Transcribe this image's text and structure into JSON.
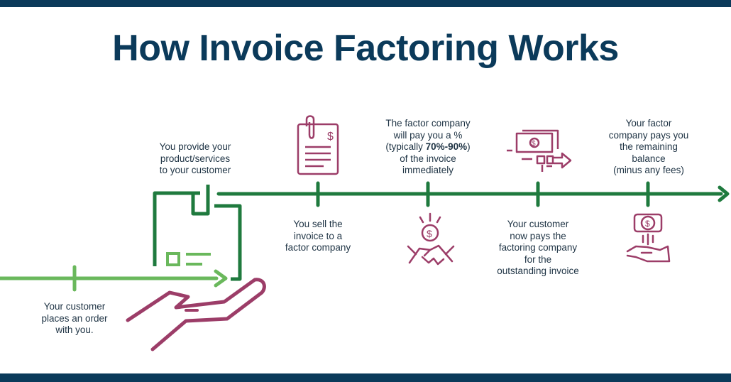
{
  "title": "How Invoice Factoring Works",
  "steps": {
    "customer_order": [
      "Your customer",
      "places an order",
      "with you."
    ],
    "provide_services": [
      "You provide your",
      "product/services",
      "to your customer"
    ],
    "sell_invoice": [
      "You sell the",
      "invoice to a",
      "factor company"
    ],
    "factor_pays": {
      "line1": "The factor company",
      "line2": "will pay you a %",
      "line3_prefix": "(typically ",
      "line3_bold": "70%-90%",
      "line3_suffix": ")",
      "line4": "of the invoice",
      "line5": "immediately"
    },
    "customer_pays": [
      "Your customer",
      "now pays the",
      "factoring company",
      "for the",
      "outstanding invoice"
    ],
    "remaining_balance": [
      "Your factor",
      "company pays you",
      "the remaining",
      "balance",
      "(minus any fees)"
    ]
  },
  "icons": [
    "hand-with-box-icon",
    "invoice-document-icon",
    "handshake-dollar-icon",
    "cash-transfer-icon",
    "hand-coin-icon"
  ],
  "colors": {
    "navy": "#0b3a5a",
    "dark_green": "#1f7a3e",
    "light_green": "#6ab85c",
    "maroon": "#9c3d68"
  }
}
